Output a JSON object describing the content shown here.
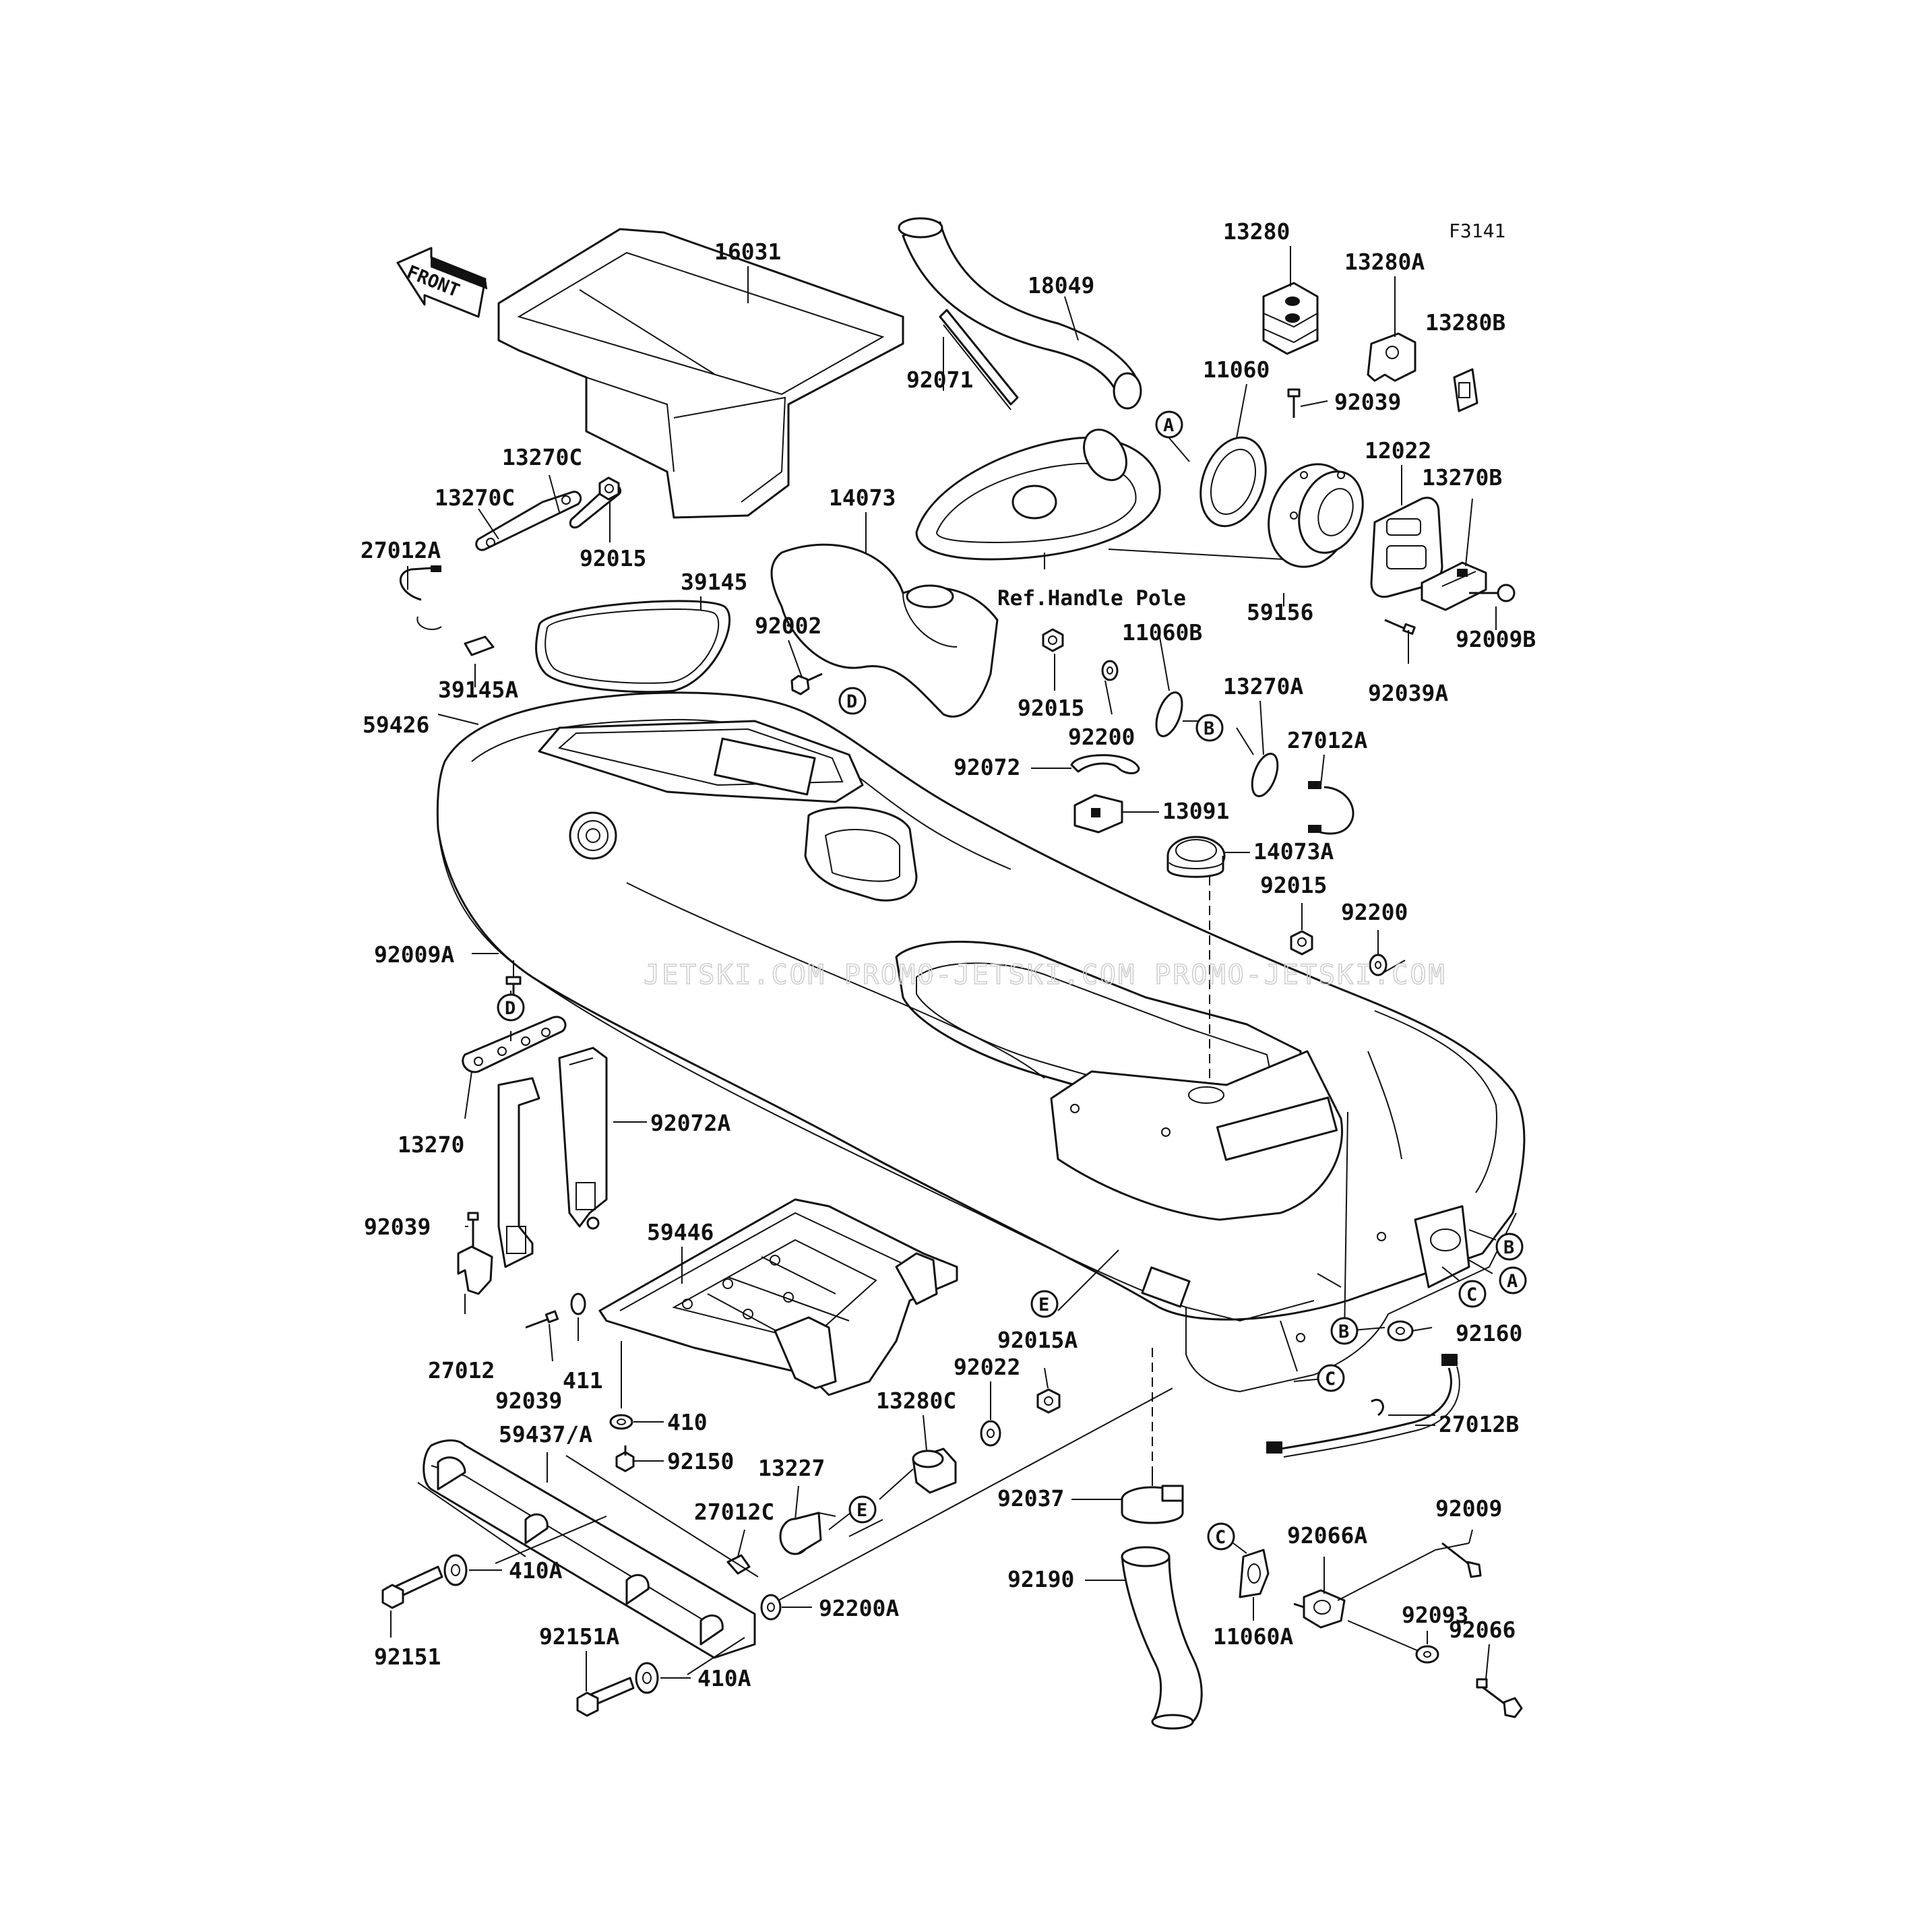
{
  "diagram": {
    "code": "F3141",
    "front_label": "FRONT",
    "ref_note": "Ref.Handle Pole",
    "watermark": "JETSKI.COM  PROMO-JETSKI.COM  PROMO-JETSKI.COM",
    "callouts": [
      "A",
      "B",
      "C",
      "D",
      "E"
    ],
    "parts": [
      "16031",
      "18049",
      "13280",
      "13280A",
      "13280B",
      "92071",
      "11060",
      "92039",
      "12022",
      "13270B",
      "13270C",
      "92015",
      "27012A",
      "39145",
      "14073",
      "39145A",
      "92002",
      "59156",
      "92009B",
      "92039A",
      "11060B",
      "92200",
      "13270A",
      "59426",
      "92072",
      "13091",
      "14073A",
      "92009A",
      "13270",
      "92072A",
      "59446",
      "27012",
      "411",
      "410",
      "92015A",
      "92022",
      "13280C",
      "92160",
      "27012B",
      "59437/A",
      "92150",
      "13227",
      "27012C",
      "92037",
      "92190",
      "11060A",
      "92066A",
      "92009",
      "92093",
      "92066",
      "410A",
      "92151",
      "92151A",
      "92200A"
    ]
  }
}
